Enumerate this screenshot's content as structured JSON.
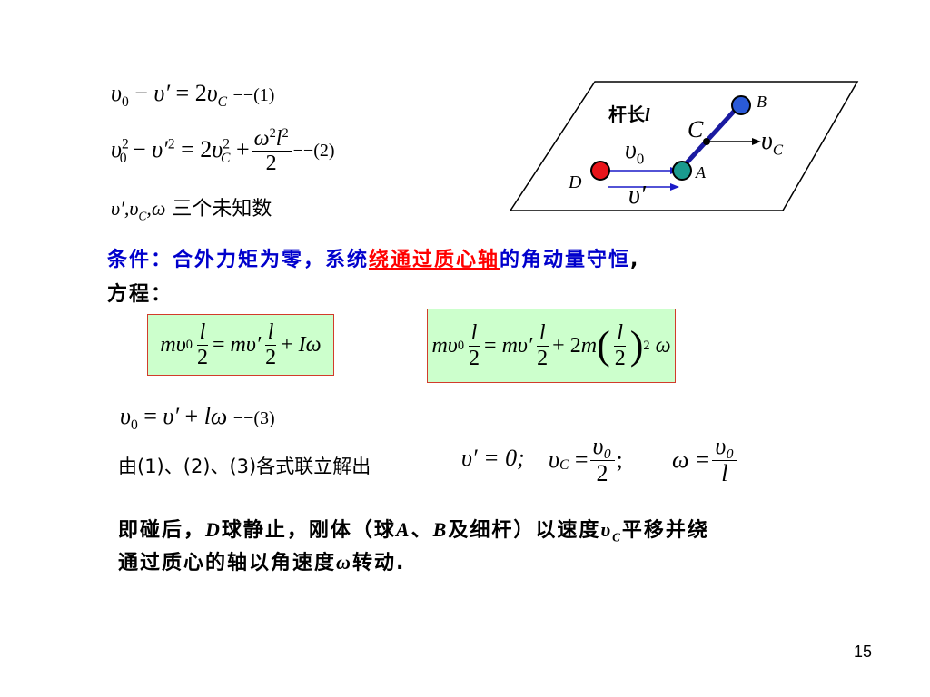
{
  "eq1": {
    "lhs": "υ₀ − υ′ = 2υ",
    "sub": "C",
    "tag": "−−(1)"
  },
  "eq2": {
    "tag": "−−(2)",
    "den": "2"
  },
  "unknowns": {
    "vars": "υ′,υ",
    "sub": "C",
    "rest": ",ω",
    "text": "三个未知数"
  },
  "diagram": {
    "rod_label": "杆长",
    "rod_var": "l",
    "label_B": "B",
    "label_C": "C",
    "label_vC": "υ",
    "label_vC_sub": "C",
    "label_v0": "υ",
    "label_v0_sub": "0",
    "label_A": "A",
    "label_D": "D",
    "label_vprime": "υ′",
    "colors": {
      "ball_D": "#e8141a",
      "ball_A": "#1a9a8e",
      "ball_B": "#2a5ad8",
      "arrow": "#1a1ac8"
    }
  },
  "condition": {
    "part1": "条件：合外力矩为零，系统",
    "part2": "绕通过质心轴",
    "part3": "的角动量守恒",
    "part4": ","
  },
  "equation_label": "方程：",
  "box1": {
    "den": "2",
    "num": "l"
  },
  "box2": {
    "den": "2",
    "num": "l",
    "exp": "2"
  },
  "eq3": {
    "text": "υ₀ = υ′ + lω",
    "tag": "−−(3)"
  },
  "solve": {
    "text": "由(1)、(2)、(3)各式联立解出",
    "s1": "υ′ = 0;",
    "s2_lhs": "υ",
    "s2_sub": "C",
    "s2_num": "υ₀",
    "s2_den": "2",
    "s3_lhs": "ω =",
    "s3_num": "υ₀",
    "s3_den": "l"
  },
  "conclusion": {
    "line1_a": "即碰后，",
    "line1_D": "D",
    "line1_b": "球静止，刚体（球",
    "line1_A": "A",
    "line1_c": "、",
    "line1_B": "B",
    "line1_d": "及细杆）以速度",
    "line1_v": "υ",
    "line1_vsub": "C",
    "line1_e": "平移并绕",
    "line2_a": "通过质心的轴以角速度",
    "line2_w": "ω",
    "line2_b": "转动."
  },
  "page_number": "15"
}
